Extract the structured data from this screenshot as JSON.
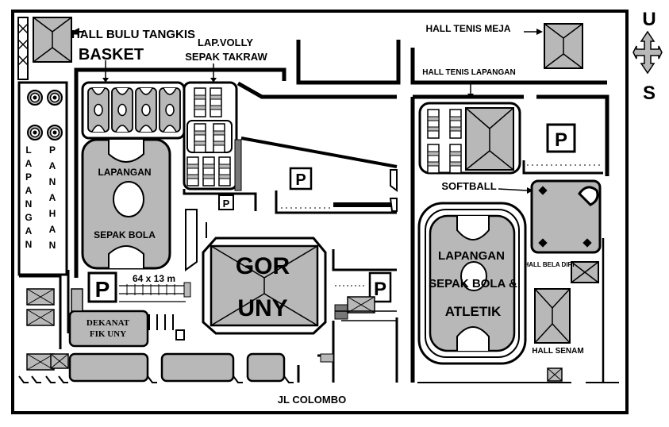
{
  "compass": {
    "north": "U",
    "south": "S"
  },
  "labels": {
    "hall_bulu_tangkis": "HALL BULU TANGKIS",
    "basket": "BASKET",
    "lap_volly": "LAP.VOLLY",
    "sepak_takraw": "SEPAK TAKRAW",
    "hall_tenis_meja": "HALL TENIS MEJA",
    "hall_tenis_lapangan": "HALL TENIS LAPANGAN",
    "lapangan_panahan_col1": [
      "L",
      "A",
      "P",
      "A",
      "N",
      "G",
      "A",
      "N"
    ],
    "lapangan_panahan_col2": [
      "P",
      "A",
      "N",
      "A",
      "H",
      "A",
      "N"
    ],
    "lapangan_sepak_bola_1": "LAPANGAN",
    "lapangan_sepak_bola_2": "SEPAK BOLA",
    "parking": "P",
    "parking_size": "64 x 13 m",
    "gor_1": "GOR",
    "gor_2": "UNY",
    "dekanat_1": "DEKANAT",
    "dekanat_2": "FIK UNY",
    "softball": "SOFTBALL",
    "athletics_1": "LAPANGAN",
    "athletics_2": "SEPAK BOLA &",
    "athletics_3": "ATLETIK",
    "hall_bela_diri": "HALL BELA DIRI",
    "hall_senam": "HALL SENAM",
    "street": "JL COLOMBO"
  },
  "colors": {
    "fill_gray": "#b8b8b8",
    "line": "#000000",
    "background": "#ffffff"
  }
}
